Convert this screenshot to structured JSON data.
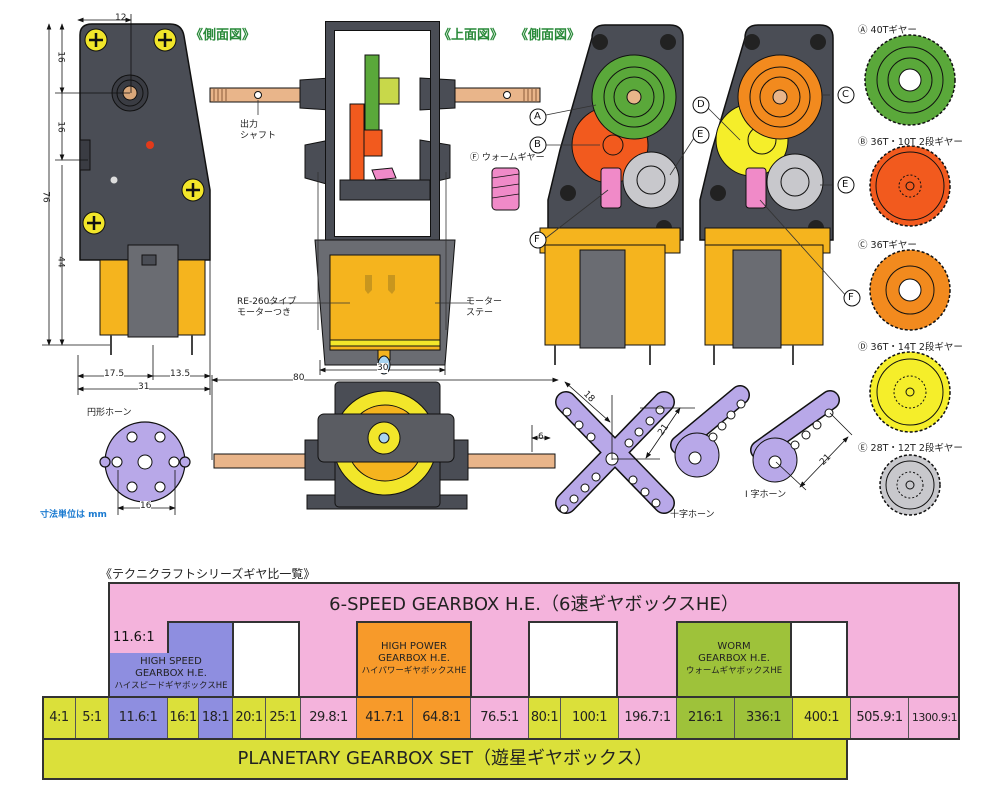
{
  "views": {
    "side_left": "《側面図》",
    "top": "《上面図》",
    "side_right": "《側面図》"
  },
  "labels": {
    "output_shaft": [
      "出力",
      "シャフト"
    ],
    "motor": [
      "RE-260タイプ",
      "モーターつき"
    ],
    "motor_stay": [
      "モーター",
      "ステー"
    ],
    "worm_gear": "Ⓕ ウォームギヤー",
    "round_horn": "円形ホーン",
    "cross_horn": "十字ホーン",
    "i_horn": "I 字ホーン",
    "units_note": "寸法単位は mm"
  },
  "dimensions": {
    "d12": "12",
    "d16a": "16",
    "d16b": "16",
    "d76": "76",
    "d44": "44",
    "d17_5": "17.5",
    "d13_5": "13.5",
    "d31": "31",
    "d30": "30",
    "d80": "80",
    "d6": "6",
    "d16_horn": "16",
    "d18": "18",
    "d21a": "21",
    "d21b": "21"
  },
  "callouts": [
    "A",
    "B",
    "C",
    "D",
    "E",
    "F"
  ],
  "gear_legend": [
    {
      "key": "A",
      "label": "Ⓐ 40Tギヤー",
      "color": "#5aa83a"
    },
    {
      "key": "B",
      "label": "Ⓑ 36T・10T 2段ギヤー",
      "color": "#f25a1e"
    },
    {
      "key": "C",
      "label": "Ⓒ 36Tギヤー",
      "color": "#f28a1e"
    },
    {
      "key": "D",
      "label": "Ⓓ 36T・14T 2段ギヤー",
      "color": "#f5ee2a"
    },
    {
      "key": "E",
      "label": "Ⓔ 28T・12T 2段ギヤー",
      "color": "#c8c8cc"
    }
  ],
  "ratio_table": {
    "title": "《テクニクラフトシリーズギヤ比一覧》",
    "six_speed": {
      "title": "6-SPEED GEARBOX H.E.（6速ギヤボックスHE）",
      "top_ratio": "11.6:1",
      "color": "#f4b3dc"
    },
    "high_speed": {
      "line1": "HIGH SPEED",
      "line2": "GEARBOX H.E.",
      "line3": "ハイスピードギヤボックスHE",
      "color": "#8e8ee0"
    },
    "high_power": {
      "line1": "HIGH POWER",
      "line2": "GEARBOX H.E.",
      "line3": "ハイパワーギヤボックスHE",
      "color": "#f79a2a"
    },
    "worm": {
      "line1": "WORM",
      "line2": "GEARBOX H.E.",
      "line3": "ウォームギヤボックスHE",
      "color": "#9ec23a"
    },
    "planetary": {
      "title": "PLANETARY GEARBOX SET（遊星ギヤボックス）",
      "color": "#dbe03a"
    },
    "ratios": [
      {
        "value": "4:1",
        "group": "planetary"
      },
      {
        "value": "5:1",
        "group": "planetary"
      },
      {
        "value": "11.6:1",
        "group": "high_speed"
      },
      {
        "value": "16:1",
        "group": "planetary"
      },
      {
        "value": "18:1",
        "group": "high_speed"
      },
      {
        "value": "20:1",
        "group": "planetary"
      },
      {
        "value": "25:1",
        "group": "planetary"
      },
      {
        "value": "29.8:1",
        "group": "six_speed"
      },
      {
        "value": "41.7:1",
        "group": "high_power"
      },
      {
        "value": "64.8:1",
        "group": "high_power"
      },
      {
        "value": "76.5:1",
        "group": "six_speed"
      },
      {
        "value": "80:1",
        "group": "planetary"
      },
      {
        "value": "100:1",
        "group": "planetary"
      },
      {
        "value": "196.7:1",
        "group": "six_speed"
      },
      {
        "value": "216:1",
        "group": "worm"
      },
      {
        "value": "336:1",
        "group": "worm"
      },
      {
        "value": "400:1",
        "group": "planetary"
      },
      {
        "value": "505.9:1",
        "group": "six_speed"
      },
      {
        "value": "1300.9:1",
        "group": "six_speed"
      }
    ]
  }
}
